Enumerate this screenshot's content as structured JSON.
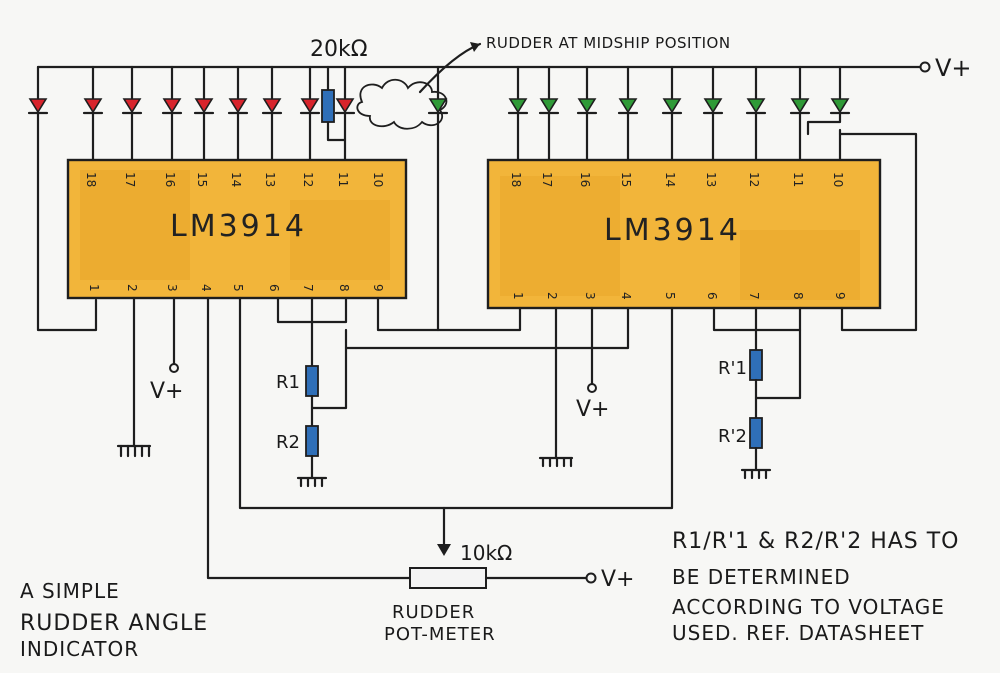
{
  "labels": {
    "resistor_20k": "20kΩ",
    "annotation": "RUDDER AT MIDSHIP POSITION",
    "vplus_top": "V+",
    "vplus_pot": "V+",
    "vplus_left": "V+",
    "vplus_mid": "V+",
    "r1": "R1",
    "r2": "R2",
    "r1p": "R'1",
    "r2p": "R'2",
    "pot_value": "10kΩ",
    "pot_label_1": "RUDDER",
    "pot_label_2": "POT-METER",
    "title_1": "A SIMPLE",
    "title_2": "RUDDER ANGLE",
    "title_3": "INDICATOR",
    "note_1": "R1/R'1 & R2/R'2 HAS TO",
    "note_2": "BE DETERMINED",
    "note_3": "ACCORDING TO VOLTAGE",
    "note_4": "USED. REF. DATASHEET"
  },
  "chips": [
    {
      "name": "LM3914",
      "top_pins": [
        "18",
        "17",
        "16",
        "15",
        "14",
        "13",
        "12",
        "11",
        "10"
      ],
      "bottom_pins": [
        "1",
        "2",
        "3",
        "4",
        "5",
        "6",
        "7",
        "8",
        "9"
      ]
    },
    {
      "name": "LM3914",
      "top_pins": [
        "18",
        "17",
        "16",
        "15",
        "14",
        "13",
        "12",
        "11",
        "10"
      ],
      "bottom_pins": [
        "1",
        "2",
        "3",
        "4",
        "5",
        "6",
        "7",
        "8",
        "9"
      ]
    }
  ],
  "colors": {
    "chip_fill": "#f2b53a",
    "chip_shade": "#e29a1f",
    "led_red": "#d8242c",
    "led_green": "#2f9a37",
    "resistor_blue": "#2f6fb8",
    "wire": "#1e1e1e"
  }
}
